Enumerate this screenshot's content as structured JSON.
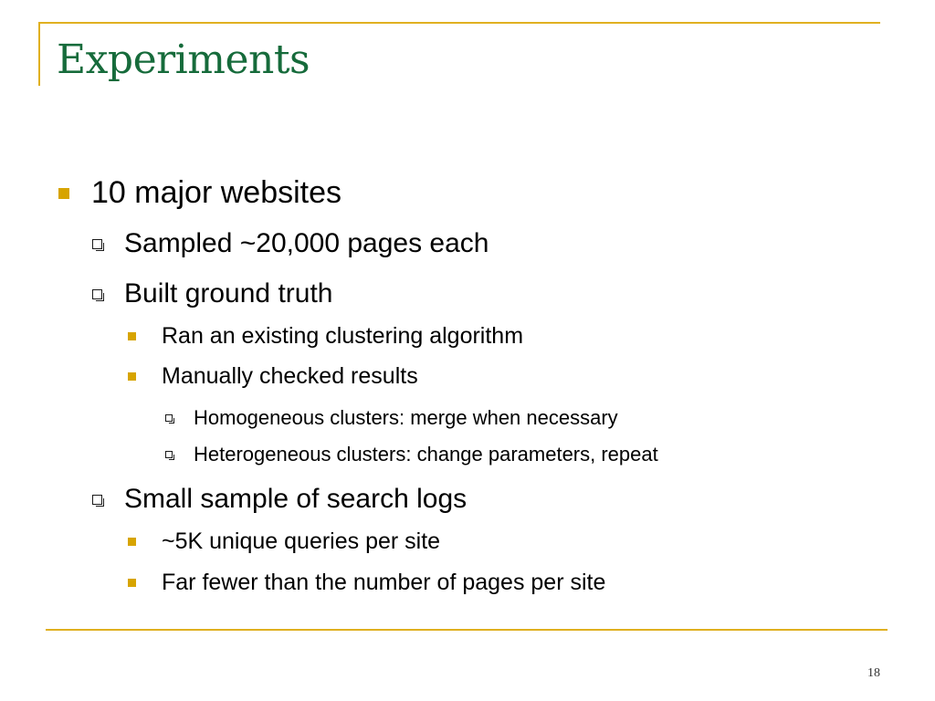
{
  "slide": {
    "title": "Experiments",
    "page_number": "18",
    "accent_color": "#e0b020",
    "title_color": "#166b3b",
    "bullets": [
      {
        "level": 1,
        "marker": "filled-square",
        "text": "10 major websites"
      },
      {
        "level": 2,
        "marker": "hollow-square",
        "text": "Sampled ~20,000 pages each"
      },
      {
        "level": 2,
        "marker": "hollow-square",
        "text": "Built ground truth"
      },
      {
        "level": 3,
        "marker": "filled-square",
        "text": "Ran an existing clustering algorithm"
      },
      {
        "level": 3,
        "marker": "filled-square",
        "text": "Manually checked results"
      },
      {
        "level": 4,
        "marker": "hollow-square",
        "text": "Homogeneous clusters: merge when necessary"
      },
      {
        "level": 4,
        "marker": "hollow-square",
        "text": "Heterogeneous clusters: change parameters, repeat"
      },
      {
        "level": 2,
        "marker": "hollow-square",
        "text": "Small sample of search logs"
      },
      {
        "level": 3,
        "marker": "filled-square",
        "text": "~5K unique queries per site"
      },
      {
        "level": 3,
        "marker": "filled-square",
        "text": "Far fewer than the number of pages per site"
      }
    ]
  }
}
